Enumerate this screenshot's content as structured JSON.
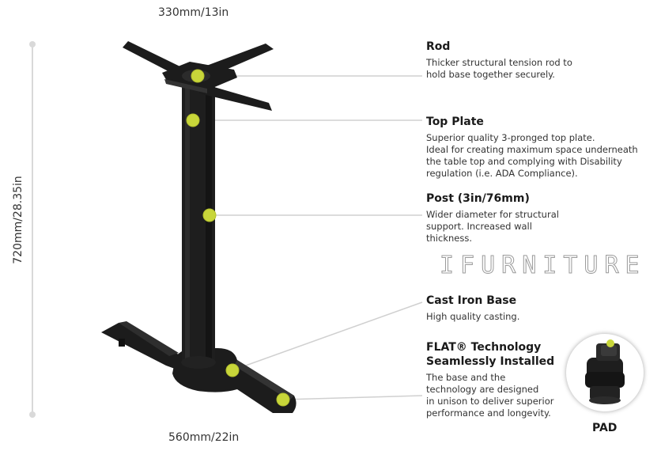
{
  "dimensions": {
    "width_label": "330mm/13in",
    "base_label": "560mm/22in",
    "height_label": "720mm/28.35in"
  },
  "callouts": [
    {
      "title": "Rod",
      "body": [
        "Thicker structural tension rod to",
        "hold base together securely."
      ]
    },
    {
      "title": "Top Plate",
      "body": [
        "Superior quality 3-pronged top plate.",
        "Ideal for creating maximum space underneath",
        "the table top and complying with Disability",
        "regulation (i.e. ADA Compliance)."
      ]
    },
    {
      "title": "Post (3in/76mm)",
      "body": [
        "Wider diameter for structural",
        "support. Increased wall",
        "thickness."
      ]
    },
    {
      "title": "Cast Iron Base",
      "body": [
        "High quality casting."
      ]
    },
    {
      "title_lines": [
        "FLAT® Technology",
        "Seamlessly Installed"
      ],
      "body": [
        "The base and the",
        "technology are designed",
        "in unison to deliver superior",
        "performance and longevity."
      ]
    }
  ],
  "watermark": "IFURNITURE",
  "pad_label": "PAD",
  "colors": {
    "marker": "#c8d63a",
    "leader": "#d0d0d0",
    "metal": "#1c1c1c"
  }
}
